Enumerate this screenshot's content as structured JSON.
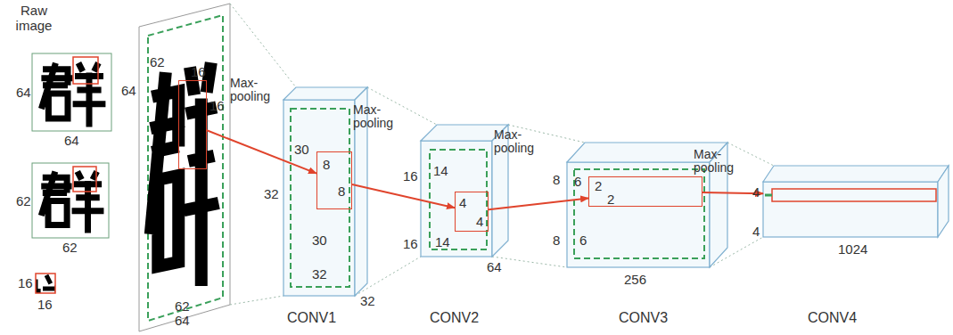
{
  "diagram": {
    "nodes": [
      {
        "text": [
          "64",
          "64",
          "62",
          "62"
        ]
      },
      {
        "text": [
          "16",
          "16"
        ],
        "in": 0
      },
      {
        "text": [
          "CONV1",
          "32",
          "32",
          "32",
          "30",
          "30"
        ]
      },
      {
        "text": [
          "8",
          "8"
        ],
        "in": 2
      },
      {
        "text": [
          "CONV2",
          "16",
          "16",
          "64",
          "14",
          "14"
        ]
      },
      {
        "text": [
          "4",
          "4"
        ],
        "in": 4
      },
      {
        "text": [
          "CONV3",
          "8",
          "8",
          "256",
          "6",
          "6"
        ]
      },
      {
        "text": [
          "2",
          "2"
        ],
        "in": 6
      },
      {
        "text": [
          "CONV4",
          "4",
          "4",
          "1024"
        ]
      }
    ],
    "edges": [
      {
        "from": 1,
        "to": 3,
        "arrow": "to"
      },
      {
        "from": 3,
        "to": 5,
        "arrow": "to"
      },
      {
        "from": 5,
        "to": 7,
        "arrow": "to"
      },
      {
        "from": 7,
        "to": 8,
        "arrow": "to"
      }
    ],
    "labels": [
      "Raw image",
      "64",
      "64",
      "62",
      "62",
      "16",
      "16",
      "Max-pooling",
      "Max-pooling",
      "Max-pooling",
      "Max-pooling"
    ]
  }
}
